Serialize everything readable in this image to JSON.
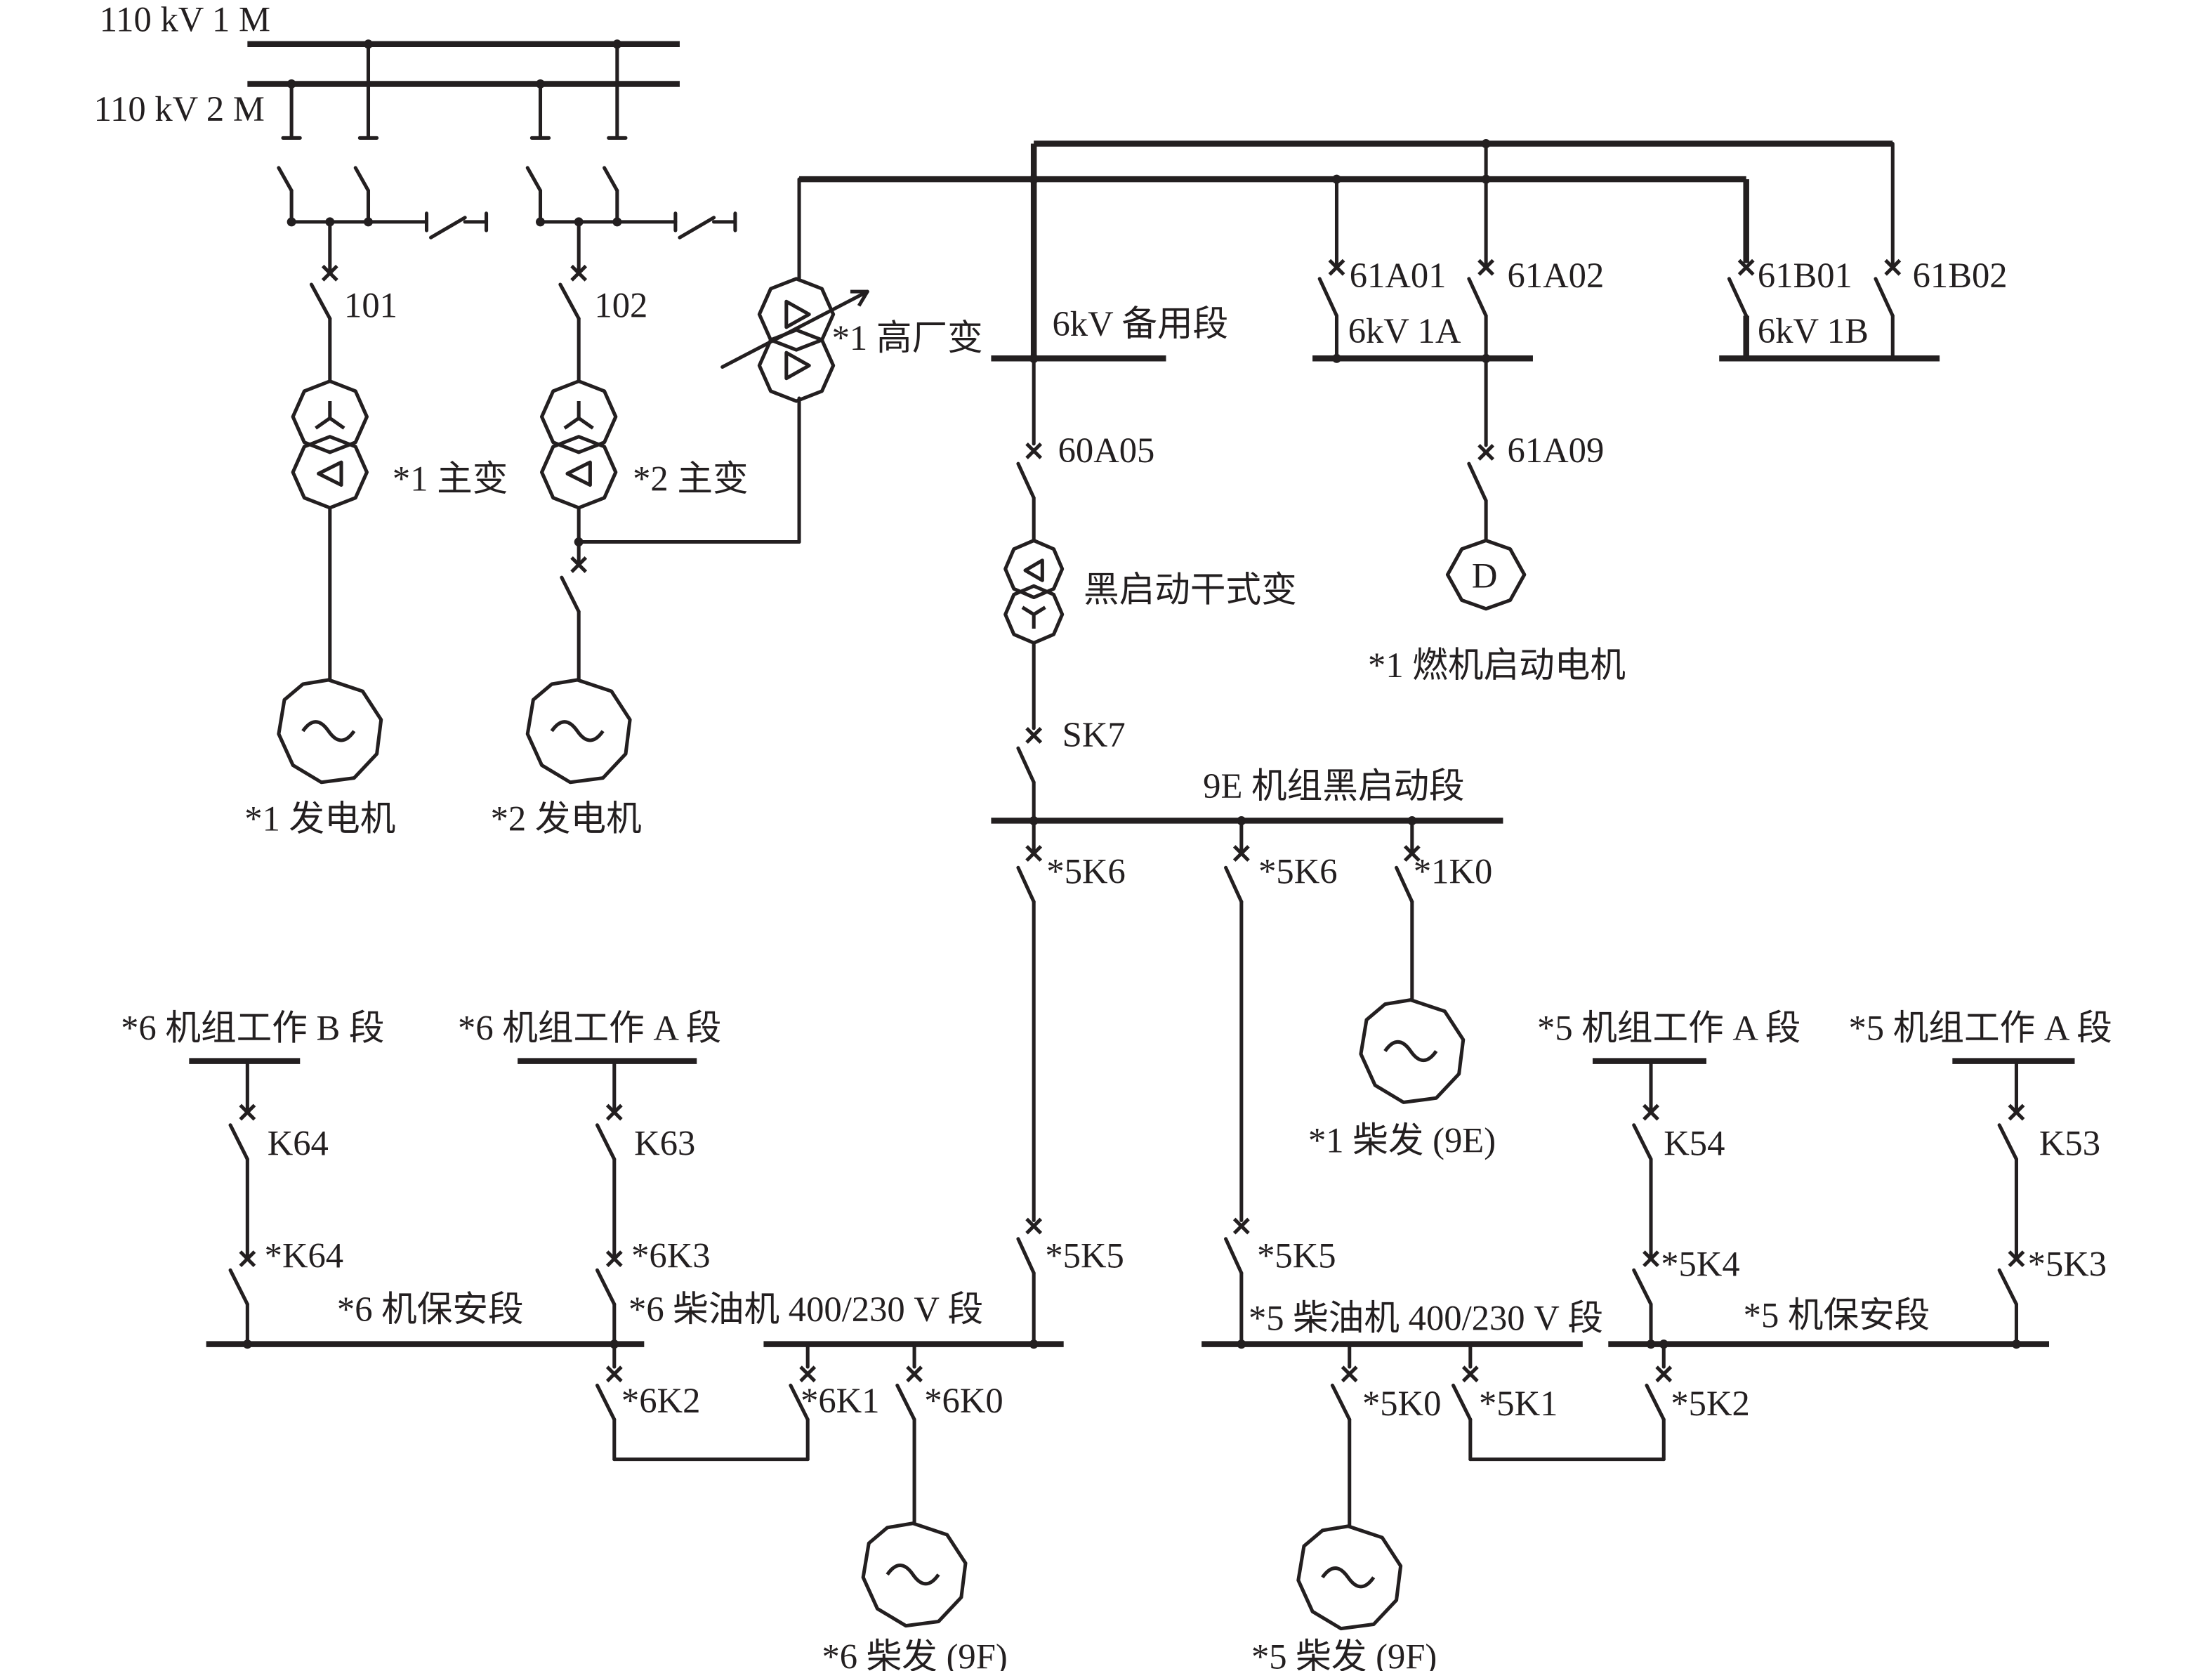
{
  "buses": {
    "m1": "110 kV 1 M",
    "m2": "110 kV 2 M",
    "reserve": "6kV 备用段",
    "s1a": "6kV 1A",
    "s1b": "6kV 1B",
    "black_start": "9E 机组黑启动段",
    "u6_work_b": "*6 机组工作 B 段",
    "u6_work_a": "*6 机组工作 A 段",
    "u5_work_a_1": "*5 机组工作 A 段",
    "u5_work_a_2": "*5 机组工作 A 段",
    "u6_safety": "*6 机保安段",
    "u6_diesel": "*6 柴油机 400/230 V 段",
    "u5_diesel": "*5 柴油机 400/230 V 段",
    "u5_safety": "*5 机保安段"
  },
  "breakers": {
    "b101": "101",
    "b102": "102",
    "b61a01": "61A01",
    "b61a02": "61A02",
    "b61b01": "61B01",
    "b61b02": "61B02",
    "b60a05": "60A05",
    "b61a09": "61A09",
    "bsk7": "SK7",
    "b5k6_left": "*5K6",
    "b5k6_right": "*5K6",
    "b1k0": "*1K0",
    "bk64": "K64",
    "bk63": "K63",
    "bk54": "K54",
    "bk53": "K53",
    "b_k64": "*K64",
    "b6k3": "*6K3",
    "b5k5_left": "*5K5",
    "b5k5_right": "*5K5",
    "b5k4": "*5K4",
    "b5k3": "*5K3",
    "b6k2": "*6K2",
    "b6k1": "*6K1",
    "b6k0": "*6K0",
    "b5k0": "*5K0",
    "b5k1": "*5K1",
    "b5k2": "*5K2"
  },
  "equipment": {
    "t1": "*1 主变",
    "t2": "*2 主变",
    "aux_t": "*1 高厂变",
    "bs_t": "黑启动干式变",
    "g1": "*1 发电机",
    "g2": "*2 发电机",
    "motor_symbol": "D",
    "motor": "*1 燃机启动电机",
    "dg1": "*1 柴发 (9E)",
    "dg6": "*6 柴发 (9F)",
    "dg5": "*5 柴发 (9F)"
  }
}
